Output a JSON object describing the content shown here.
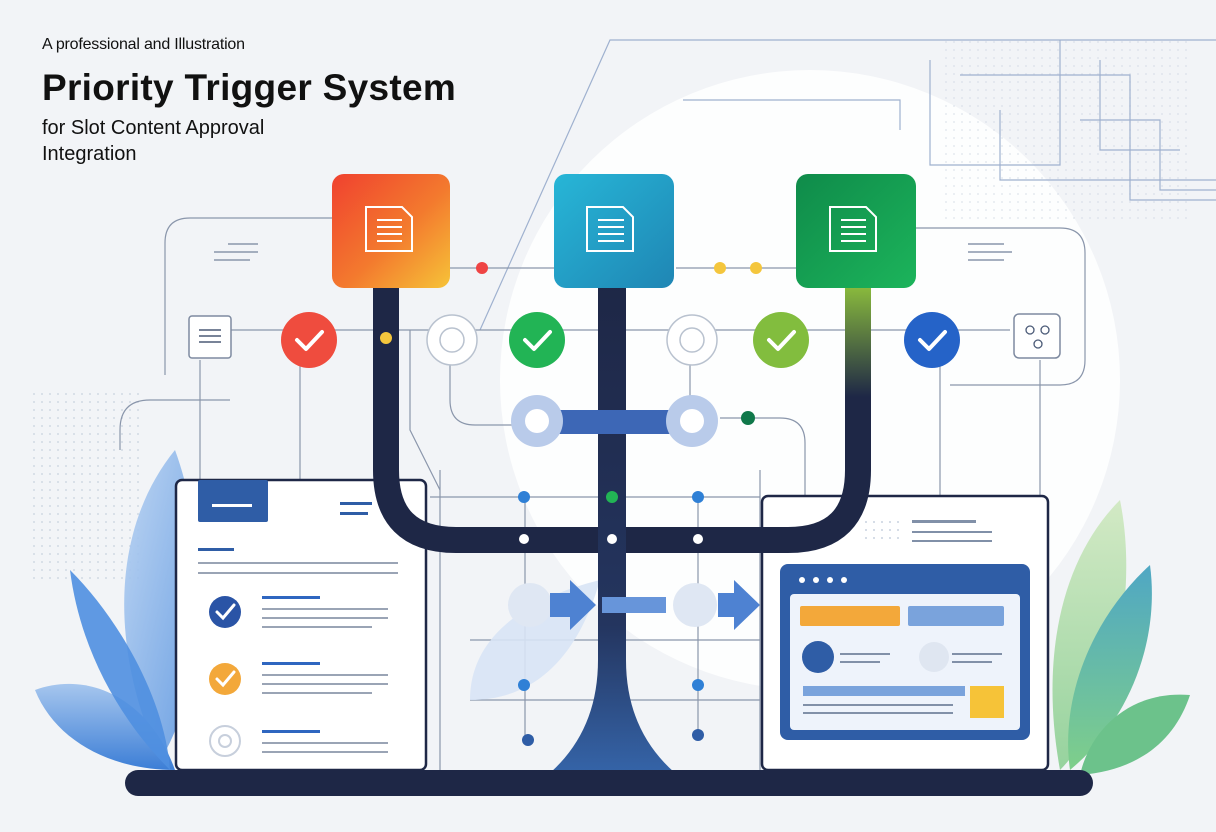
{
  "header": {
    "eyebrow": "A professional and Illustration",
    "title": "Priority Trigger System",
    "subtitle_line1": "for Slot Content Approval",
    "subtitle_line2": "Integration"
  },
  "colors": {
    "background": "#f2f4f7",
    "navy": "#1e2746",
    "blue": "#2e5ea8",
    "light_blue": "#c9d9f0",
    "green": "#22b455",
    "red": "#ef4444",
    "orange": "#f3a83a",
    "yellow": "#f4c63d",
    "teal": "#1fa3c4",
    "lime": "#82bd3e"
  },
  "icons": {
    "priority_tiles": [
      "document-icon",
      "document-icon",
      "document-icon"
    ],
    "check_badges": [
      "check-icon",
      "check-icon",
      "check-icon",
      "check-icon"
    ],
    "side_icons": [
      "list-icon",
      "settings-icon"
    ],
    "decor": [
      "leaf-icon",
      "arrow-right-icon",
      "toggle-icon"
    ]
  }
}
